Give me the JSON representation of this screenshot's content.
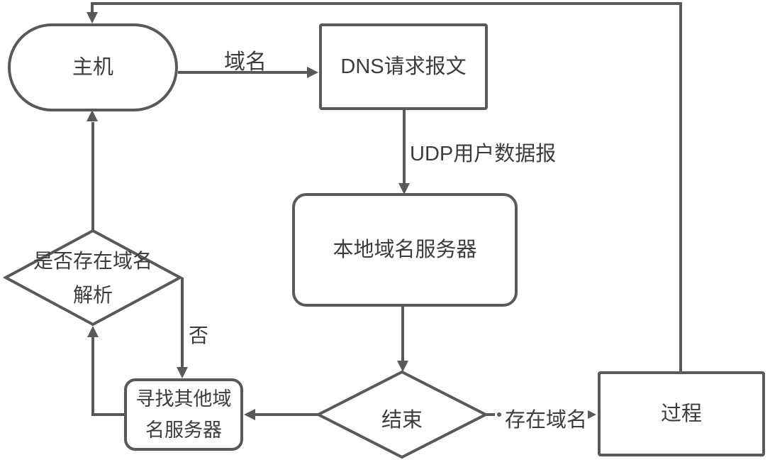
{
  "diagram": {
    "type": "flowchart",
    "background_color": "#ffffff",
    "line_color": "#595959",
    "text_color": "#3c3c3c",
    "nodes": {
      "host": {
        "label": "主机",
        "shape": "stadium"
      },
      "dns_request": {
        "label": "DNS请求报文",
        "shape": "rectangle"
      },
      "local_dns": {
        "label": "本地域名服务器",
        "shape": "rounded-rectangle"
      },
      "end_decision": {
        "label": "结束",
        "shape": "diamond"
      },
      "process": {
        "label": "过程",
        "shape": "rectangle"
      },
      "exists_decision": {
        "label_line1": "是否存在域名",
        "label_line2": "解析",
        "shape": "diamond"
      },
      "find_other": {
        "label_line1": "寻找其他域",
        "label_line2": "名服务器",
        "shape": "rounded-rectangle"
      }
    },
    "edge_labels": {
      "domain": "域名",
      "udp": "UDP用户数据报",
      "exists": "存在域名",
      "no": "否"
    },
    "edges": [
      {
        "from": "host",
        "to": "dns_request",
        "label": "域名"
      },
      {
        "from": "dns_request",
        "to": "local_dns",
        "label": "UDP用户数据报"
      },
      {
        "from": "local_dns",
        "to": "end_decision",
        "label": ""
      },
      {
        "from": "end_decision",
        "to": "process",
        "label": "存在域名"
      },
      {
        "from": "process",
        "to": "host",
        "label": ""
      },
      {
        "from": "end_decision",
        "to": "find_other",
        "label": ""
      },
      {
        "from": "exists_decision",
        "to": "find_other",
        "label": "否"
      },
      {
        "from": "find_other",
        "to": "exists_decision",
        "label": ""
      },
      {
        "from": "exists_decision",
        "to": "host",
        "label": ""
      }
    ]
  }
}
